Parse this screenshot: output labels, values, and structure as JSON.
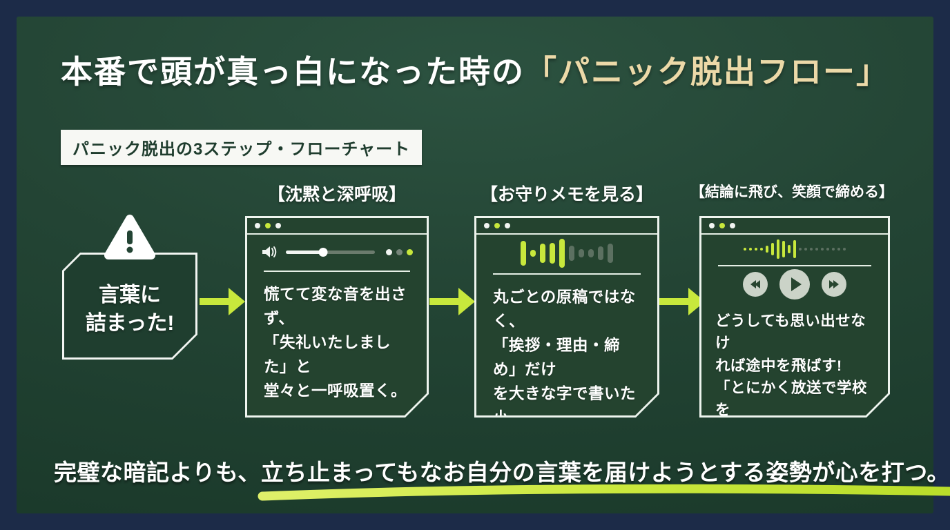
{
  "title": {
    "text": "本番で頭が真っ白になった時の",
    "highlight": "「パニック脱出フロー」"
  },
  "badge": {
    "label": "パニック脱出の3ステップ・フローチャート"
  },
  "flow": {
    "start": {
      "label": "言葉に\n詰まった!",
      "icon": "warning-triangle-icon"
    },
    "steps": [
      {
        "header": "【沈黙と深呼吸】",
        "body": "慌てて変な音を出さず、\n「失礼いたしました」と\n堂々と一呼吸置く。",
        "media": "volume-slider"
      },
      {
        "header": "【お守りメモを見る】",
        "body": "丸ごとの原稿ではなく、\n「挨拶・理由・締め」だけ\nを大きな字で書いた小\nさなメモを見て思考を\nリセットする。",
        "media": "waveform"
      },
      {
        "header": "【結論に飛び、笑顔で締める】",
        "body": "どうしても思い出せなけ\nれば途中を飛ばす!\n「とにかく放送で学校を\n明るくしたいんです!」と\n全力の笑顔で終わる。",
        "media": "waveform-with-controls"
      }
    ]
  },
  "media": {
    "window_dots": [
      "white",
      "accent",
      "white"
    ],
    "volume_slider": {
      "progress": 0.42,
      "indicator_dots": [
        "white",
        "gray",
        "accent"
      ]
    },
    "waveform_memo": {
      "active_bars": [
        36,
        10,
        28,
        30,
        42
      ],
      "inactive_bars": [
        22,
        12,
        12,
        20,
        28
      ]
    },
    "waveform_finale": {
      "lead_dots": 4,
      "active_bars": [
        10,
        18,
        28,
        24,
        12,
        26
      ],
      "trail_dots": 9,
      "controls": [
        "rewind",
        "play",
        "forward"
      ]
    }
  },
  "footer": {
    "pre": "完璧な暗記よりも、",
    "underlined": "立ち止まってもなお自分の言葉を届けようとする姿勢が心を打つ。"
  },
  "colors": {
    "accent": "#c8e83c",
    "accent_light": "#d6ec62",
    "cream": "#ecd9a8",
    "navy": "#1c2b48",
    "board_green": "#234434",
    "card_green": "#24432f",
    "white_line": "#e6efe6",
    "gray_bar": "#5c7061",
    "button_gray": "#cbd3c8"
  }
}
